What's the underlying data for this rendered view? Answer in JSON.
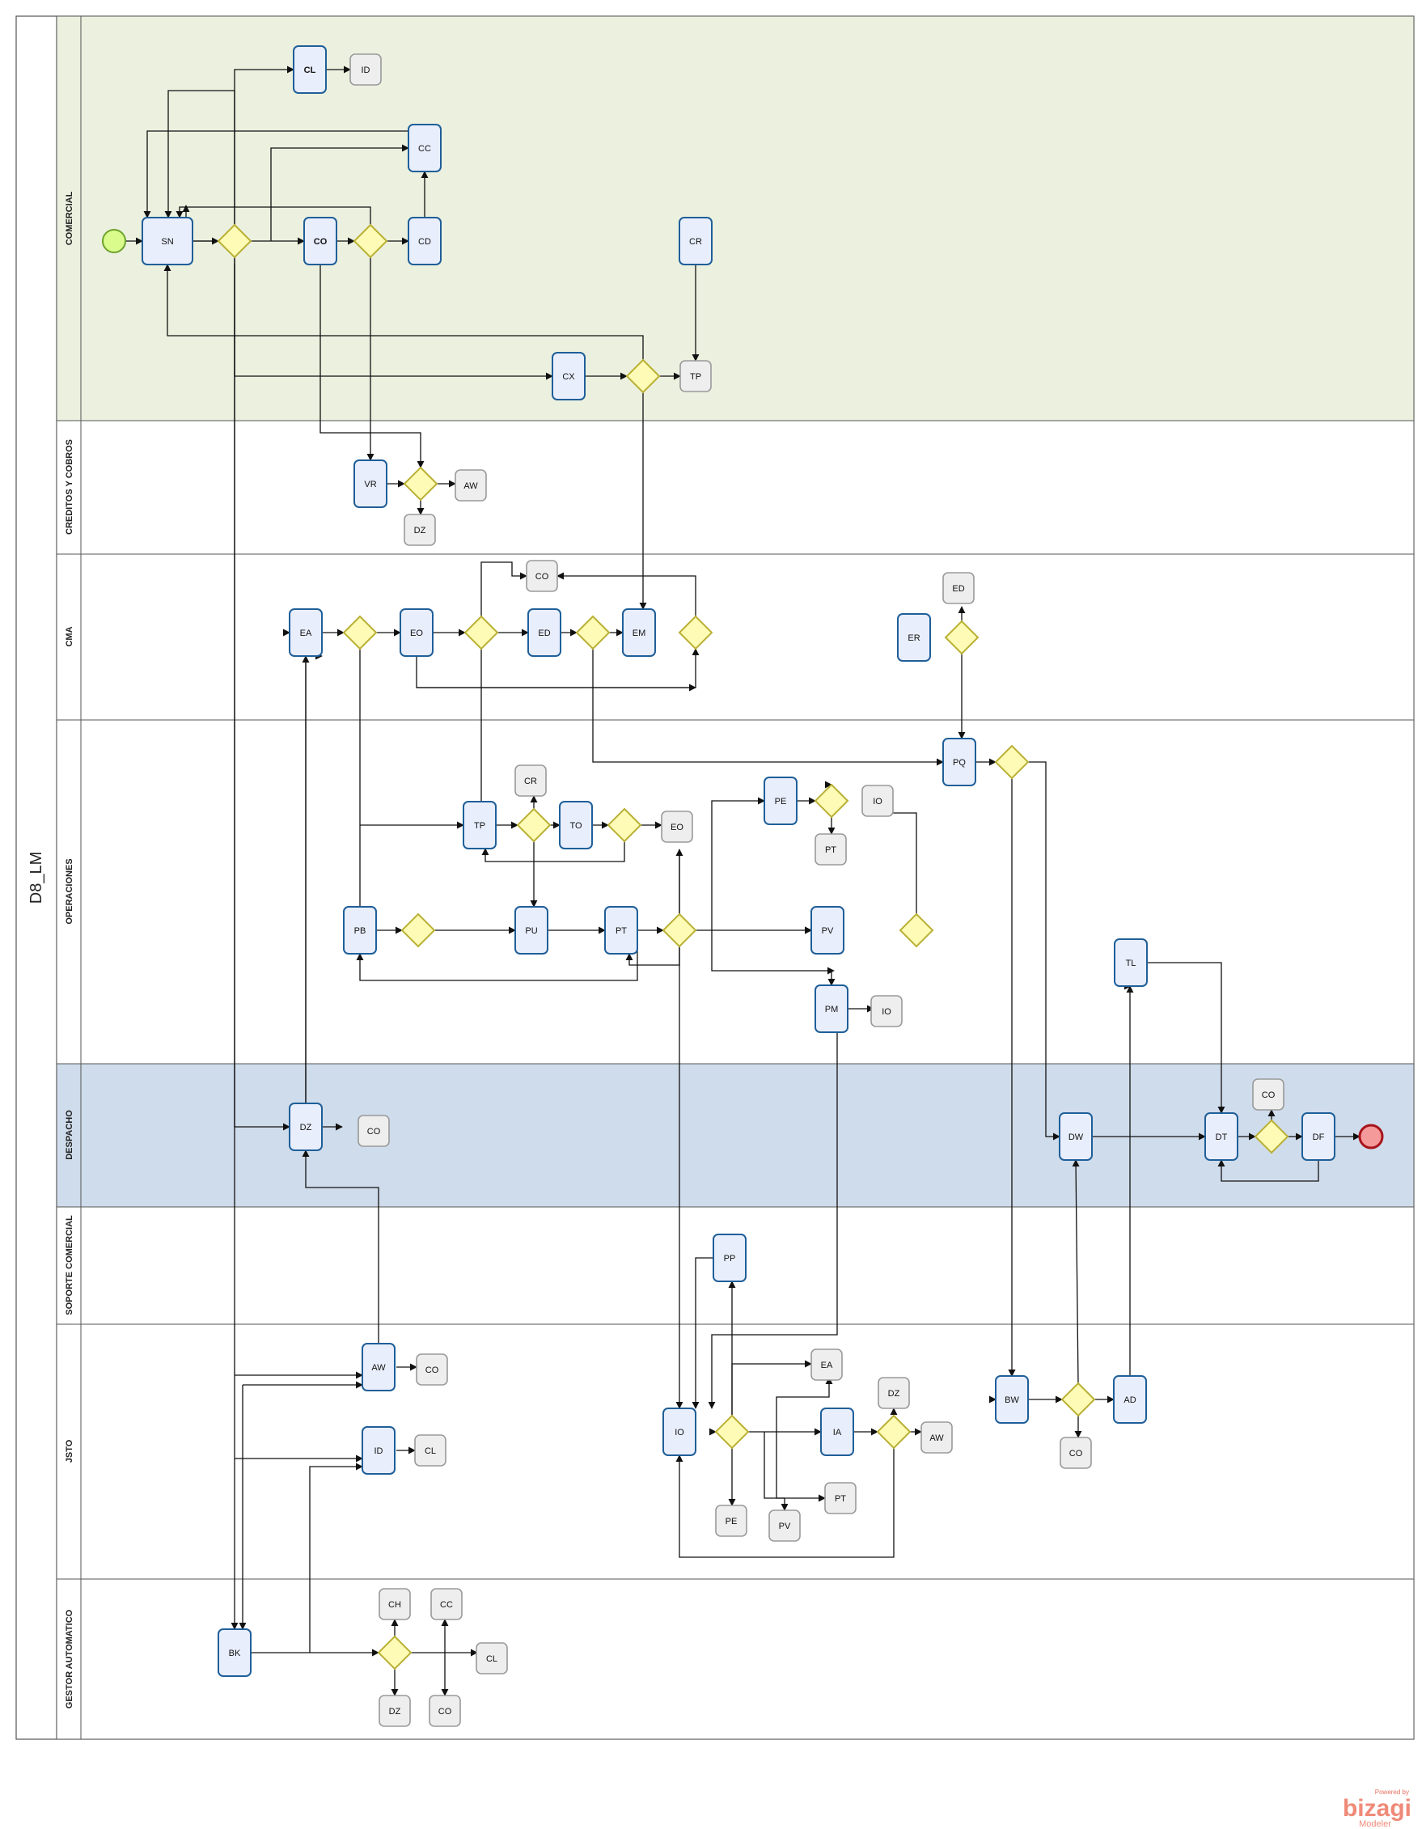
{
  "pool": {
    "name": "D8_LM"
  },
  "lanes": [
    {
      "name": "COMERCIAL",
      "color": "#ecf0df"
    },
    {
      "name": "CREDITOS Y COBROS",
      "color": "#ffffff"
    },
    {
      "name": "CMA",
      "color": "#ffffff"
    },
    {
      "name": "OPERACIONES",
      "color": "#ffffff"
    },
    {
      "name": "DESPACHO",
      "color": "#cfdceb"
    },
    {
      "name": "SOPORTE COMERCIAL",
      "color": "#ffffff"
    },
    {
      "name": "JSTO",
      "color": "#ffffff"
    },
    {
      "name": "GESTOR AUTOMATICO",
      "color": "#ffffff"
    }
  ],
  "tasks": [
    "SN",
    "CL",
    "CC",
    "CO",
    "CD",
    "CR",
    "CX",
    "VR",
    "EA",
    "EO",
    "ED",
    "EM",
    "ER",
    "PQ",
    "TP",
    "TO",
    "PE",
    "PB",
    "PU",
    "PT",
    "PV",
    "PM",
    "TL",
    "DZ",
    "DW",
    "DT",
    "DF",
    "PP",
    "AW",
    "ID",
    "IO",
    "IA",
    "BW",
    "AD",
    "BK"
  ],
  "docs": [
    "ID",
    "TP",
    "AW",
    "DZ",
    "CO",
    "ED",
    "CR",
    "EO",
    "IO",
    "PT",
    "IO",
    "CO",
    "CO",
    "CO",
    "EA",
    "CL",
    "DZ",
    "AW",
    "PT",
    "PE",
    "PV",
    "CO",
    "CH",
    "CC",
    "CL",
    "DZ",
    "CO"
  ],
  "colors": {
    "task_fill": "#e9eefc",
    "task_stroke": "#1f5f99",
    "doc_fill": "#eeeeee",
    "doc_stroke": "#9a9a9a",
    "gateway_fill": "#fdfbb6",
    "gateway_stroke": "#b9b034",
    "start_fill": "#d9fc8c",
    "start_stroke": "#6ea32b",
    "end_fill": "#f49a9a",
    "end_stroke": "#a8141b"
  },
  "branding": {
    "powered": "Powered by",
    "name": "bizagi",
    "sub": "Modeler"
  }
}
